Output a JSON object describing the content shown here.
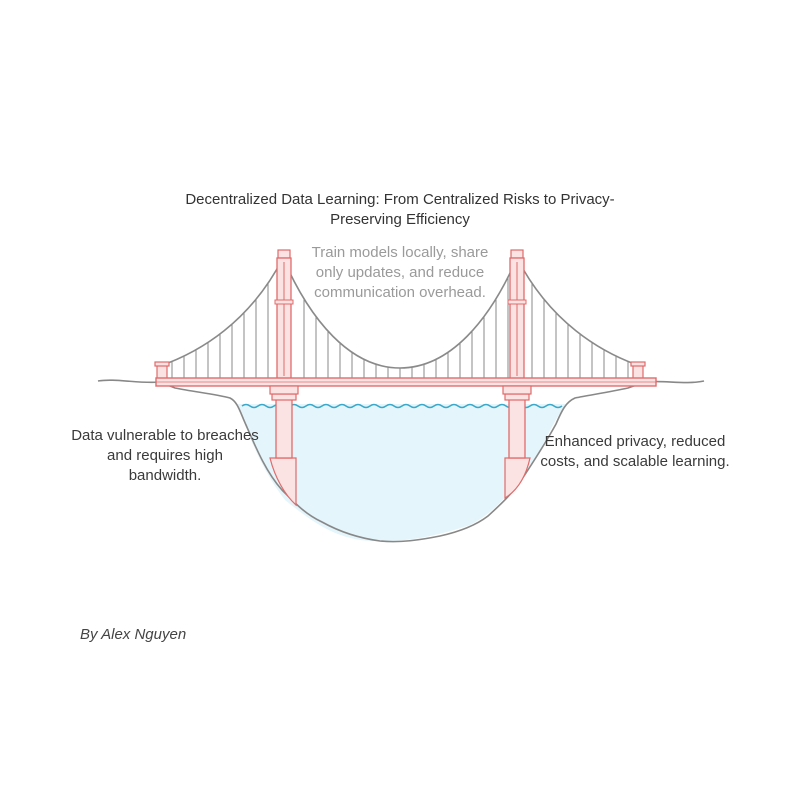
{
  "title": "Decentralized Data Learning: From Centralized Risks to Privacy-Preserving Efficiency",
  "center_note": "Train models locally, share only updates, and reduce communication overhead.",
  "left_note": "Data vulnerable to breaches and requires high bandwidth.",
  "right_note": "Enhanced privacy, reduced costs, and scalable learning.",
  "author": "By Alex Nguyen",
  "colors": {
    "bridge_stroke": "#e06b6b",
    "bridge_fill": "#fbe3e3",
    "cable": "#8a8a8a",
    "water_fill": "#e4f5fb",
    "water_line": "#3aa9c9",
    "ground": "#888888",
    "text": "#333333",
    "muted_text": "#9a9a9a"
  }
}
